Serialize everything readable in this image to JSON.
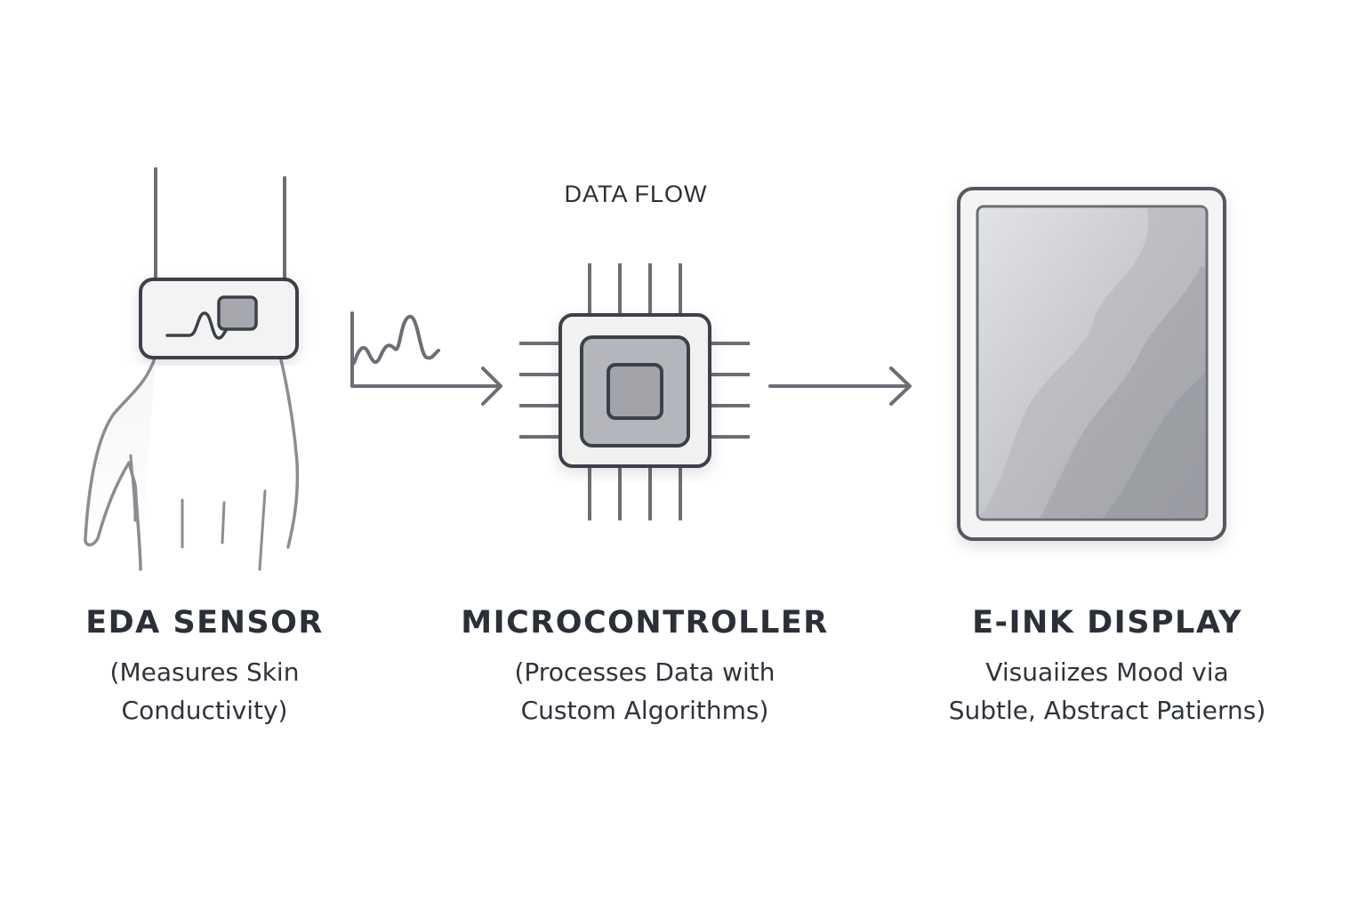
{
  "diagram": {
    "flow_label": "DATA FLOW",
    "colors": {
      "stroke": "#6b6e75",
      "dark_stroke": "#3c4049",
      "chip_fill": "#b4b6bc",
      "screen_fill": "#c9cbcf"
    },
    "components": [
      {
        "id": "sensor",
        "icon": "wrist-sensor-icon",
        "title": "EDA SENSOR",
        "lines": [
          "(Measures Skin",
          "Conductivity)"
        ]
      },
      {
        "id": "mcu",
        "icon": "microchip-icon",
        "title": "MICROCONTROLLER",
        "lines": [
          "(Processes Data with",
          "Custom Algorithms)"
        ]
      },
      {
        "id": "display",
        "icon": "e-ink-tablet-icon",
        "title": "E-INK DISPLAY",
        "lines": [
          "Visuaiizes Mood via",
          "Subtle, Abstract Patierns)"
        ]
      }
    ]
  }
}
